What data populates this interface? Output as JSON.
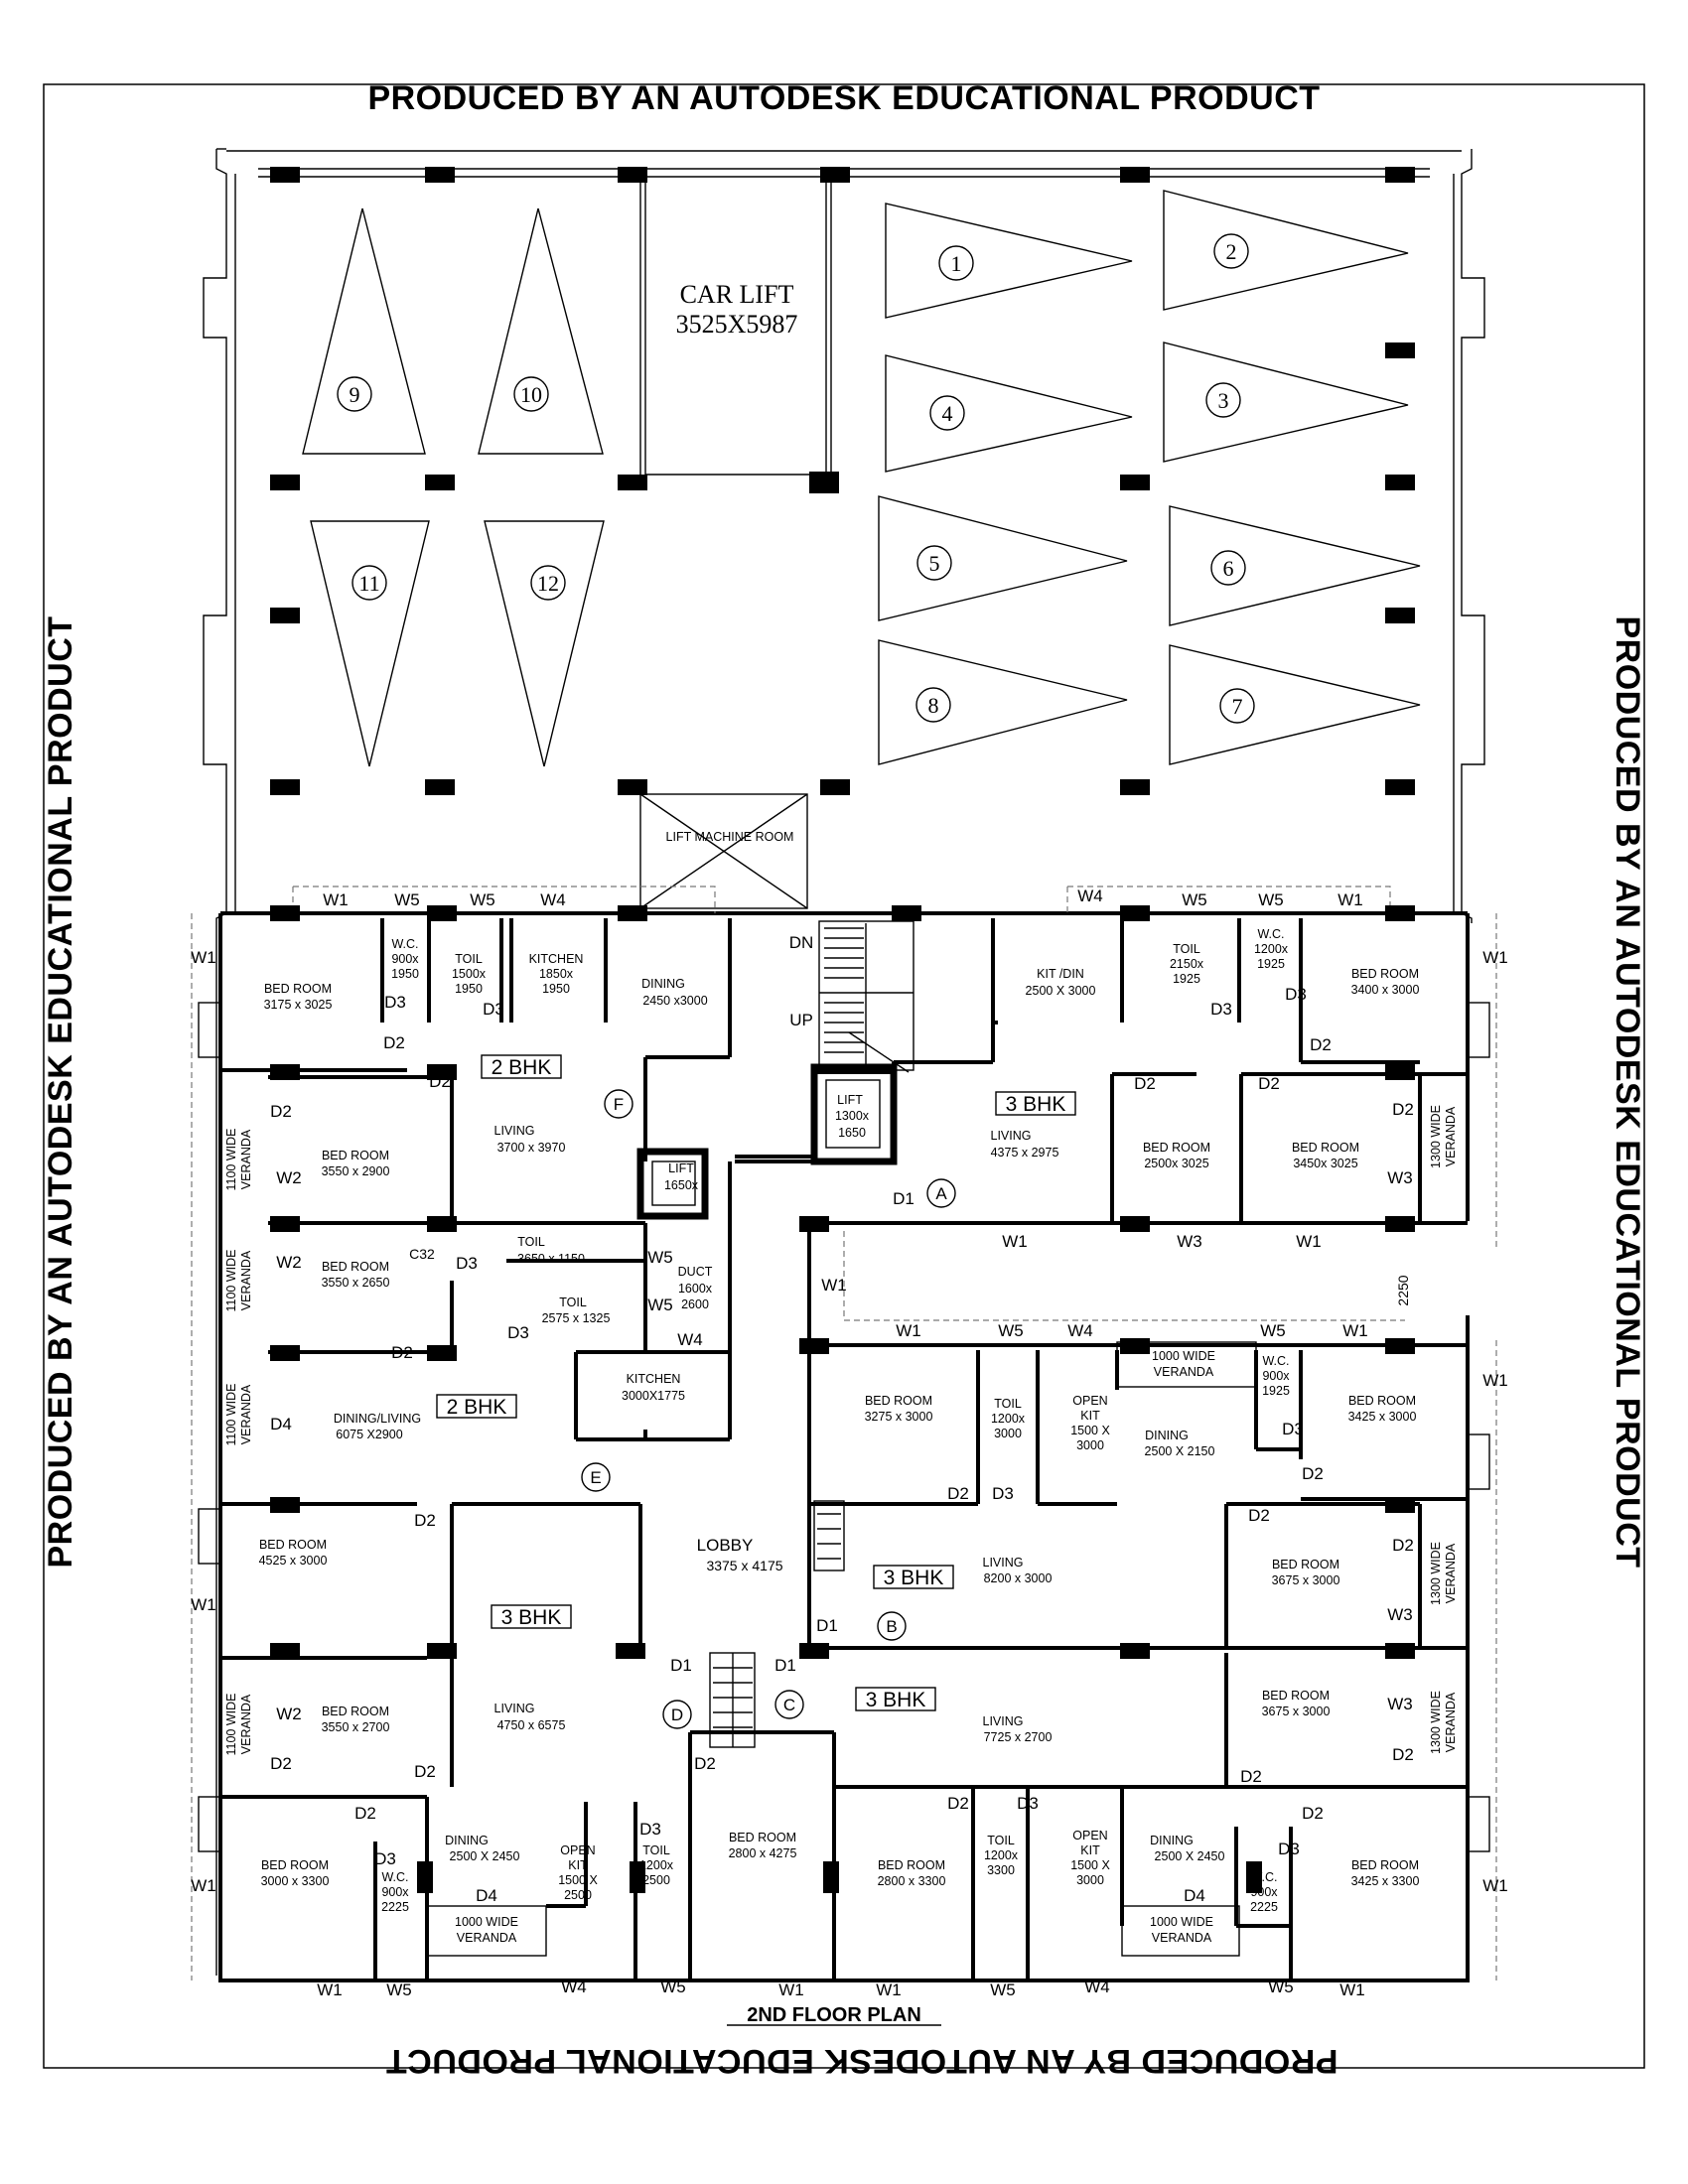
{
  "watermark": "PRODUCED BY AN AUTODESK EDUCATIONAL PRODUCT",
  "drawing_title": "2ND FLOOR PLAN",
  "parking": {
    "car_lift_label": "CAR LIFT",
    "car_lift_size": "3525X5987",
    "lift_machine_room": "LIFT MACHINE ROOM",
    "slots": [
      "1",
      "2",
      "3",
      "4",
      "5",
      "6",
      "7",
      "8",
      "9",
      "10",
      "11",
      "12"
    ]
  },
  "core": {
    "dn": "DN",
    "up": "UP",
    "lift_small_name": "LIFT",
    "lift_small_size_a": "1300x",
    "lift_small_size_b": "1650",
    "lift_large_name": "LIFT",
    "lift_large_size": "1650x",
    "lobby_name": "LOBBY",
    "lobby_size": "3375 x 4175",
    "duct_name": "DUCT",
    "duct_size_a": "1600x",
    "duct_size_b": "2600",
    "gap_dim": "2250"
  },
  "units": {
    "A": "A",
    "B": "B",
    "C": "C",
    "D": "D",
    "E": "E",
    "F": "F",
    "bhk2": "2 BHK",
    "bhk3": "3 BHK"
  },
  "rooms": {
    "bed_3175": [
      "BED ROOM",
      "3175 x 3025"
    ],
    "wc_1950": [
      "W.C.",
      "900x",
      "1950"
    ],
    "toil_1500": [
      "TOIL",
      "1500x",
      "1950"
    ],
    "kitchen_1850": [
      "KITCHEN",
      "1850x",
      "1950"
    ],
    "dining_2450": [
      "DINING",
      "2450 x3000"
    ],
    "kitdin_2500": [
      "KIT /DIN",
      "2500 X 3000"
    ],
    "toil_2150": [
      "TOIL",
      "2150x",
      "1925"
    ],
    "wc_1200": [
      "W.C.",
      "1200x",
      "1925"
    ],
    "bed_3400": [
      "BED ROOM",
      "3400 x 3000"
    ],
    "bed_3550_2900": [
      "BED ROOM",
      "3550 x 2900"
    ],
    "living_3700": [
      "LIVING",
      "3700 x 3970"
    ],
    "living_4375": [
      "LIVING",
      "4375 x 2975"
    ],
    "bed_2500": [
      "BED ROOM",
      "2500x 3025"
    ],
    "bed_3450": [
      "BED ROOM",
      "3450x 3025"
    ],
    "veranda_1100": [
      "1100 WIDE",
      "VERANDA"
    ],
    "veranda_1300": [
      "1300 WIDE",
      "VERANDA"
    ],
    "veranda_1000": [
      "1000 WIDE",
      "VERANDA"
    ],
    "bed_3550_2650": [
      "BED ROOM",
      "3550 x 2650"
    ],
    "c32": "C32",
    "toil_3650": [
      "TOIL",
      "3650 x 1150"
    ],
    "toil_2575": [
      "TOIL",
      "2575 x 1325"
    ],
    "kitchen_3000": [
      "KITCHEN",
      "3000X1775"
    ],
    "dininglivin_6075": [
      "DINING/LIVING",
      "6075 X2900"
    ],
    "bed_3275": [
      "BED ROOM",
      "3275 x 3000"
    ],
    "toil_1200_3000": [
      "TOIL",
      "1200x",
      "3000"
    ],
    "openkit_3000": [
      "OPEN",
      "KIT",
      "1500 X",
      "3000"
    ],
    "dining_2150": [
      "DINING",
      "2500 X 2150"
    ],
    "wc_900_1925": [
      "W.C.",
      "900x",
      "1925"
    ],
    "bed_3425_3000": [
      "BED ROOM",
      "3425 x 3000"
    ],
    "bed_4525": [
      "BED ROOM",
      "4525 x 3000"
    ],
    "living_8200": [
      "LIVING",
      "8200 x 3000"
    ],
    "bed_3675": [
      "BED ROOM",
      "3675 x 3000"
    ],
    "bed_3550_2700": [
      "BED ROOM",
      "3550 x 2700"
    ],
    "living_4750": [
      "LIVING",
      "4750 x 6575"
    ],
    "living_7725": [
      "LIVING",
      "7725 x 2700"
    ],
    "bed_3000_3300": [
      "BED ROOM",
      "3000 x 3300"
    ],
    "wc_900_2225": [
      "W.C.",
      "900x",
      "2225"
    ],
    "dining_2450b": [
      "DINING",
      "2500 X 2450"
    ],
    "openkit_2500": [
      "OPEN",
      "KIT",
      "1500 X",
      "2500"
    ],
    "toil_1200_2500": [
      "TOIL",
      "1200x",
      "2500"
    ],
    "bed_2800_4275": [
      "BED ROOM",
      "2800 x 4275"
    ],
    "bed_2800_3300": [
      "BED ROOM",
      "2800 x 3300"
    ],
    "toil_1200_3300": [
      "TOIL",
      "1200x",
      "3300"
    ],
    "openkit_3000b": [
      "OPEN",
      "KIT",
      "1500 X",
      "3000"
    ],
    "bed_3425_3300": [
      "BED ROOM",
      "3425 x 3300"
    ]
  },
  "openings": {
    "W1": "W1",
    "W2": "W2",
    "W3": "W3",
    "W4": "W4",
    "W5": "W5",
    "D1": "D1",
    "D2": "D2",
    "D3": "D3",
    "D4": "D4"
  }
}
